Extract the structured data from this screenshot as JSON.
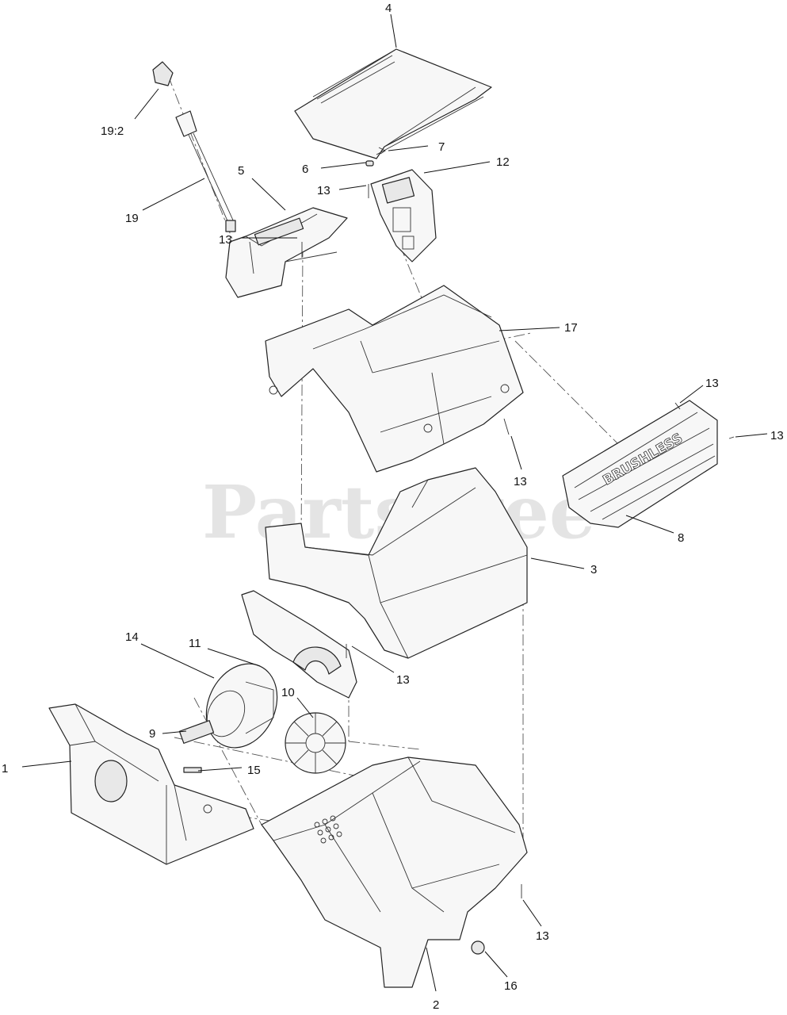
{
  "watermark": "PartsTree",
  "motor_badge": "BRUSHLESS",
  "callouts": [
    {
      "id": "c-4",
      "label": "4"
    },
    {
      "id": "c-7",
      "label": "7"
    },
    {
      "id": "c-6",
      "label": "6"
    },
    {
      "id": "c-12",
      "label": "12"
    },
    {
      "id": "c-13a",
      "label": "13"
    },
    {
      "id": "c-5",
      "label": "5"
    },
    {
      "id": "c-19-2",
      "label": "19:2"
    },
    {
      "id": "c-19",
      "label": "19"
    },
    {
      "id": "c-13b",
      "label": "13"
    },
    {
      "id": "c-17",
      "label": "17"
    },
    {
      "id": "c-13c",
      "label": "13"
    },
    {
      "id": "c-13d",
      "label": "13"
    },
    {
      "id": "c-13e",
      "label": "13"
    },
    {
      "id": "c-8",
      "label": "8"
    },
    {
      "id": "c-3",
      "label": "3"
    },
    {
      "id": "c-11",
      "label": "11"
    },
    {
      "id": "c-14",
      "label": "14"
    },
    {
      "id": "c-13f",
      "label": "13"
    },
    {
      "id": "c-10",
      "label": "10"
    },
    {
      "id": "c-9",
      "label": "9"
    },
    {
      "id": "c-1",
      "label": "1"
    },
    {
      "id": "c-15",
      "label": "15"
    },
    {
      "id": "c-13g",
      "label": "13"
    },
    {
      "id": "c-16",
      "label": "16"
    },
    {
      "id": "c-2",
      "label": "2"
    }
  ]
}
